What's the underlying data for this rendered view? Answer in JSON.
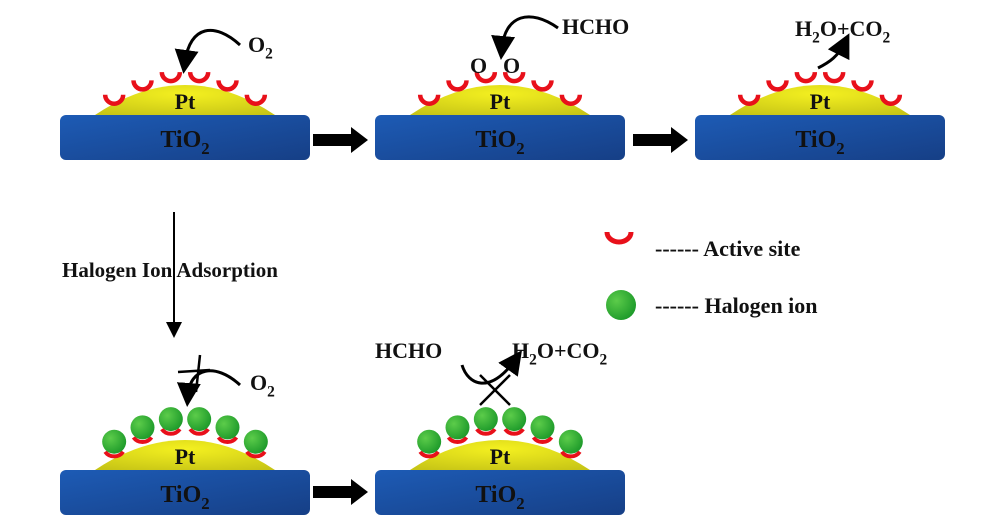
{
  "labels": {
    "support": "TiO",
    "support_sub": "2",
    "metal": "Pt",
    "o2": "O",
    "o2_sub": "2",
    "hcho": "HCHO",
    "adsorbed_o": "O",
    "products_h": "H",
    "products_h_sub": "2",
    "products_mid": "O+CO",
    "products_co_sub": "2",
    "process_step": "Halogen Ion Adsorption"
  },
  "legend": [
    {
      "symbol": "active-site",
      "dashes": "------",
      "label": "Active site"
    },
    {
      "symbol": "halogen-ion",
      "dashes": "------",
      "label": "Halogen ion"
    }
  ],
  "colors": {
    "support": "#1a4ea0",
    "metal": "#e8e41a",
    "active_site": "#e8101a",
    "halogen_ion": "#2aa02e",
    "arrow": "#000000"
  },
  "panels": [
    {
      "id": "clean-o2-adsorption",
      "row": 1,
      "sites": "active",
      "blocked": false
    },
    {
      "id": "clean-hcho-reaction",
      "row": 1,
      "sites": "active",
      "blocked": false
    },
    {
      "id": "clean-products",
      "row": 1,
      "sites": "active",
      "blocked": false
    },
    {
      "id": "poisoned-o2-blocked",
      "row": 2,
      "sites": "halogen",
      "blocked": true
    },
    {
      "id": "poisoned-hcho-blocked",
      "row": 2,
      "sites": "halogen",
      "blocked": true
    }
  ]
}
